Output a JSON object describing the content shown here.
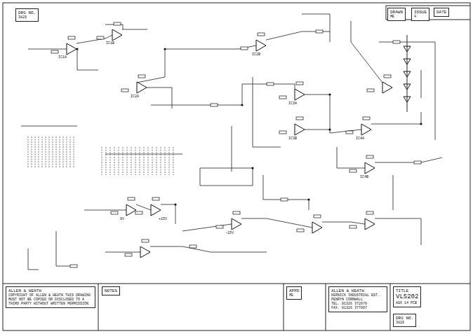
{
  "diagram": {
    "nodes": [
      {
        "text": [
          "DRG NO.",
          "3829"
        ]
      },
      {
        "text": [
          "DRAWN",
          "ME"
        ]
      },
      {
        "text": [
          "ISSUE",
          "4"
        ]
      },
      {
        "text": [
          "DATE"
        ]
      },
      {
        "text": [
          "ALLEN & HEATH",
          "COPYRIGHT OF ALLEN & HEATH THIS DRAWING MUST NOT BE COPIED OR DISCLOSED TO A THIRD PARTY WITHOUT WRITTEN PERMISSION"
        ]
      },
      {
        "text": [
          "NOTES"
        ]
      },
      {
        "text": [
          "APPD",
          "ME"
        ]
      },
      {
        "text": [
          "ALLEN & HEATH",
          "KERNICK INDUSTRIAL EST. PENRYN CORNWALL",
          "TEL. 01326 372070",
          "FAX. 01326 377097"
        ]
      },
      {
        "text": [
          "TITLE",
          "VL5202",
          "AUX 14 PCB"
        ]
      },
      {
        "text": [
          "DRG NO.",
          "3829"
        ]
      }
    ],
    "edges": [],
    "labels": [
      "IC1A",
      "IC1B",
      "IC2A",
      "IC2B",
      "IC3A",
      "IC3B",
      "IC4A",
      "IC4B",
      "0V",
      "+15V",
      "-15V"
    ]
  }
}
